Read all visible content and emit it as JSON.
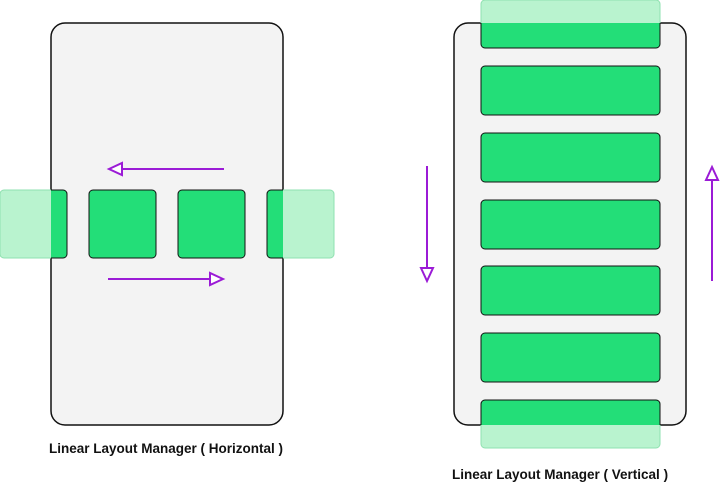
{
  "colors": {
    "device_fill": "#f3f3f3",
    "device_stroke": "#111111",
    "item_fill": "#23de78",
    "item_stroke": "#111111",
    "faded_item_fill": "#b9f3cf",
    "faded_item_stroke": "#8fe0b0",
    "arrow": "#9b1bd6"
  },
  "horizontal": {
    "caption": "Linear Layout Manager ( Horizontal )",
    "arrow_directions": [
      "left",
      "right"
    ]
  },
  "vertical": {
    "caption": "Linear Layout Manager ( Vertical )",
    "arrow_directions": [
      "down",
      "up"
    ]
  }
}
